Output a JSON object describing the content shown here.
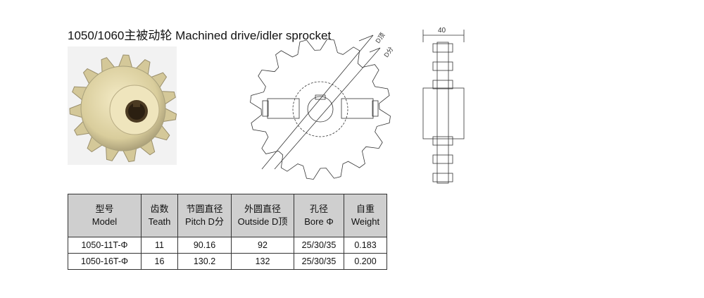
{
  "title": "1050/1060主被动轮  Machined drive/idler sprocket",
  "front_view": {
    "label_pitch": "D分",
    "label_outside": "D顶"
  },
  "side_view": {
    "width_dim": "40"
  },
  "table": {
    "headers": [
      {
        "cn": "型号",
        "en": "Model"
      },
      {
        "cn": "齿数",
        "en": "Teath"
      },
      {
        "cn": "节圆直径",
        "en": "Pitch D分"
      },
      {
        "cn": "外圆直径",
        "en": "Outside D顶"
      },
      {
        "cn": "孔径",
        "en": "Bore Φ"
      },
      {
        "cn": "自重",
        "en": "Weight"
      }
    ],
    "rows": [
      [
        "1050-11T-Φ",
        "11",
        "90.16",
        "92",
        "25/30/35",
        "0.183"
      ],
      [
        "1050-16T-Φ",
        "16",
        "130.2",
        "132",
        "25/30/35",
        "0.200"
      ]
    ]
  }
}
